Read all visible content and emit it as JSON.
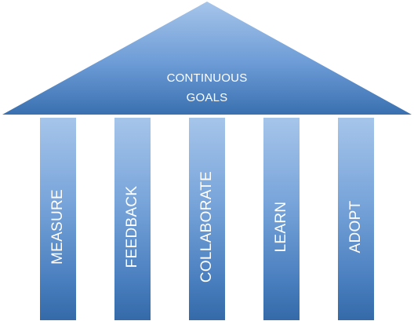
{
  "roof": {
    "line1": "CONTINUOUS",
    "line2": "GOALS"
  },
  "pillars": [
    {
      "label": "MEASURE"
    },
    {
      "label": "FEEDBACK"
    },
    {
      "label": "COLLABORATE"
    },
    {
      "label": "LEARN"
    },
    {
      "label": "ADOPT"
    }
  ],
  "colors": {
    "gradient_top": "#a6c5ea",
    "gradient_bottom": "#356aa9",
    "text": "#ffffff"
  }
}
